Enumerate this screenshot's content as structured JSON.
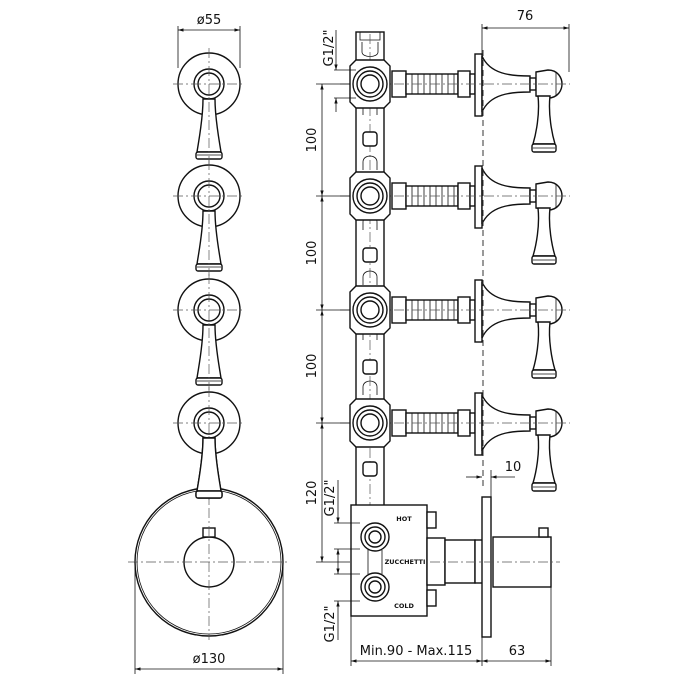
{
  "drawing": {
    "title": "Thermostatic shower mixer with 4 volume controls - technical drawing",
    "colors": {
      "line": "#111111",
      "background": "#ffffff",
      "centerline": "#555555"
    }
  },
  "front_view": {
    "dim_top_diameter": "ø55",
    "dim_bottom_diameter": "ø130",
    "handle_count": 4
  },
  "side_view": {
    "thread_top": "G1/2\"",
    "thread_mid": "G1/2\"",
    "thread_bottom": "G1/2\"",
    "spacing_1": "100",
    "spacing_2": "100",
    "spacing_3": "100",
    "spacing_4": "120",
    "body_label_hot": "HOT",
    "body_label_brand": "ZUCCHETTI",
    "body_label_cold": "COLD",
    "dim_depth_range": "Min.90 - Max.115",
    "dim_handle_projection": "76",
    "dim_plate_thickness": "10",
    "dim_thermostat_projection": "63"
  }
}
